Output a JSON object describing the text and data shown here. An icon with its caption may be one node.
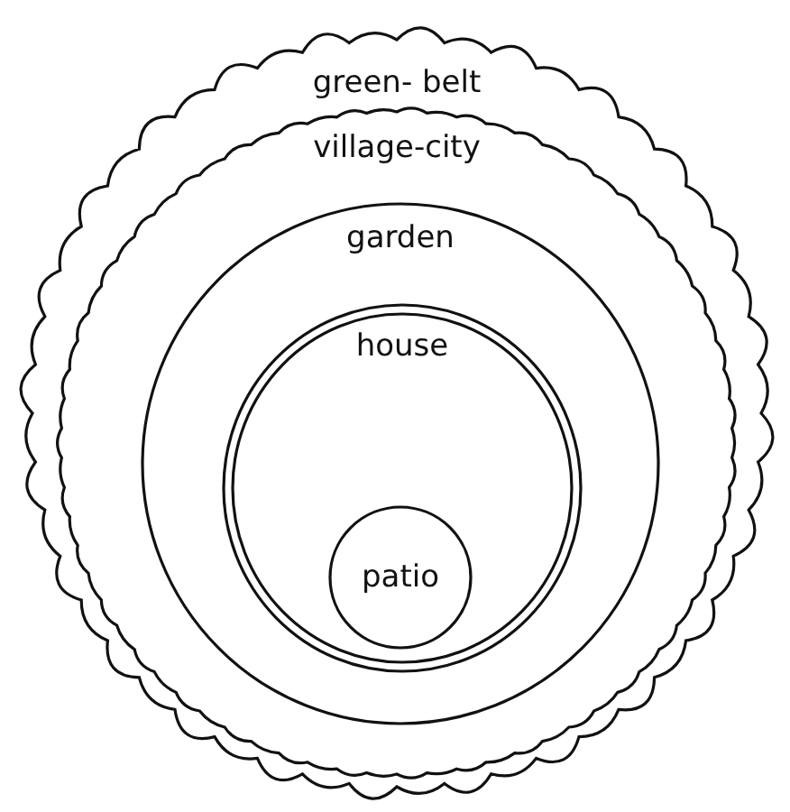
{
  "diagram": {
    "nodes": [
      {
        "text": [
          "green- belt"
        ]
      },
      {
        "text": [
          "village-city"
        ],
        "in": 0
      },
      {
        "text": [
          "garden"
        ],
        "in": 1
      },
      {
        "text": [
          "house"
        ],
        "in": 2
      },
      {
        "text": [
          "patio"
        ],
        "in": 3
      }
    ]
  }
}
